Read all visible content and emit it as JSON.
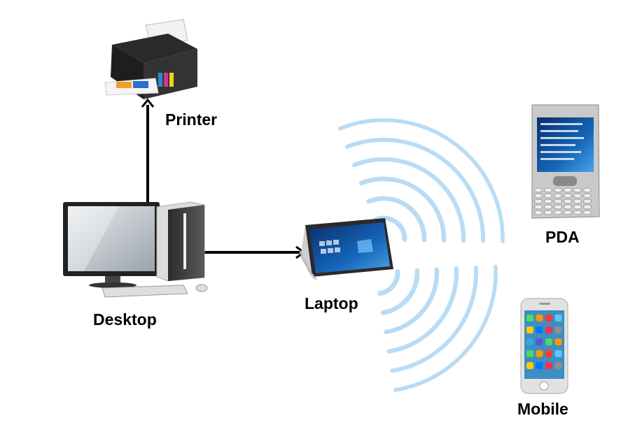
{
  "diagram": {
    "nodes": [
      {
        "id": "printer",
        "label": "Printer",
        "icon": "printer-icon"
      },
      {
        "id": "desktop",
        "label": "Desktop",
        "icon": "desktop-computer-icon"
      },
      {
        "id": "laptop",
        "label": "Laptop",
        "icon": "laptop-icon"
      },
      {
        "id": "pda",
        "label": "PDA",
        "icon": "pda-icon"
      },
      {
        "id": "mobile",
        "label": "Mobile",
        "icon": "smartphone-icon"
      }
    ],
    "edges": [
      {
        "from": "desktop",
        "to": "printer",
        "type": "wired-arrow"
      },
      {
        "from": "desktop",
        "to": "laptop",
        "type": "wired-arrow"
      },
      {
        "from": "laptop",
        "to": "pda",
        "type": "wireless-waves"
      },
      {
        "from": "laptop",
        "to": "mobile",
        "type": "wireless-waves"
      }
    ],
    "colors": {
      "arrow": "#000000",
      "wave": "#b9dcf4",
      "screen": "#1565b8",
      "device_gray": "#c9c9c9",
      "dark": "#1e1e1e"
    }
  }
}
